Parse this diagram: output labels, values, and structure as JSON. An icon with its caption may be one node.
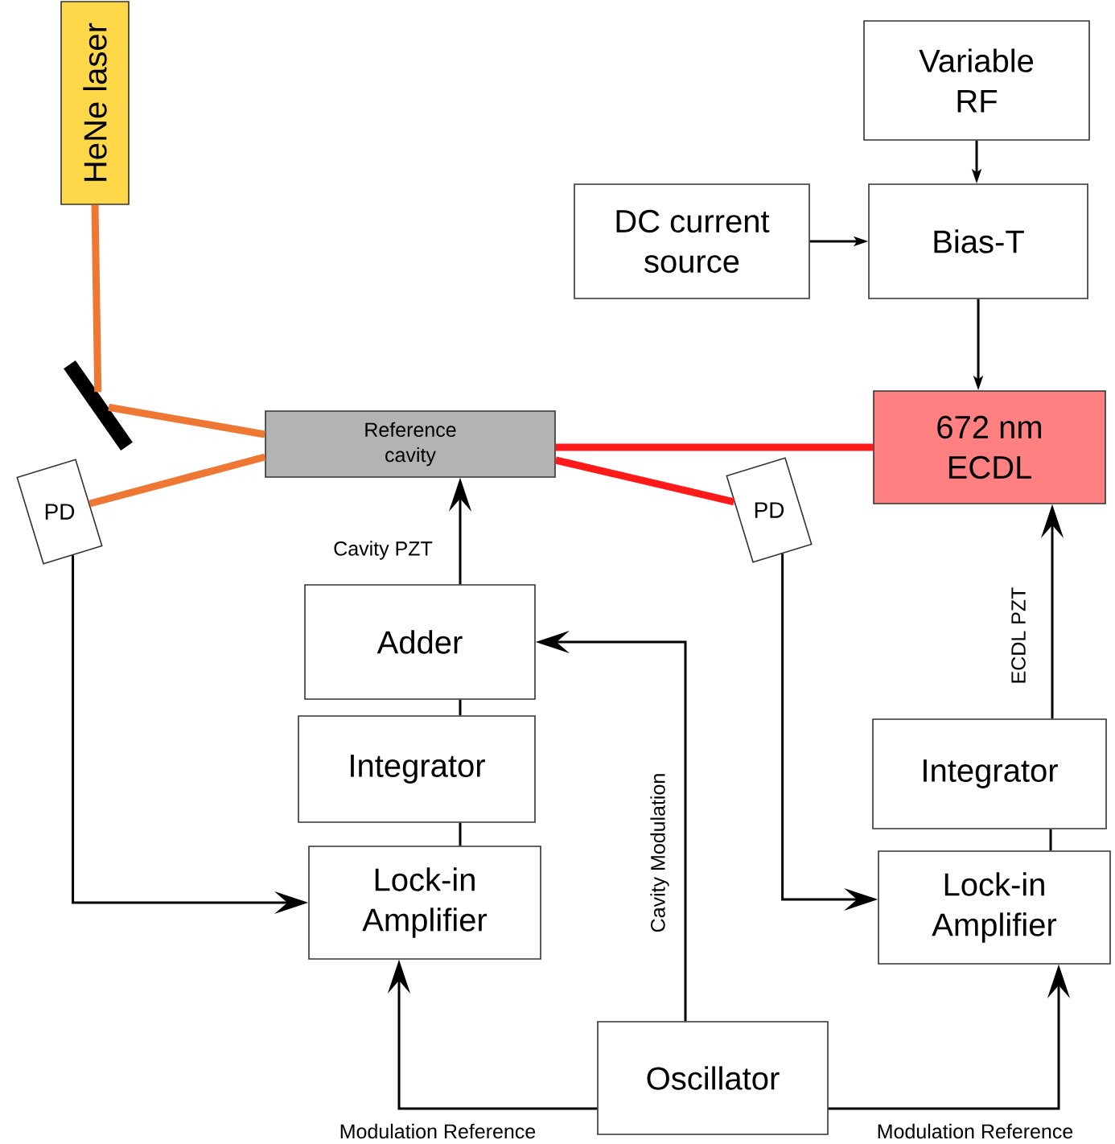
{
  "diagram": {
    "nodes": [
      {
        "text": [
          "HeNe laser"
        ]
      },
      {
        "text": [
          "Variable RF"
        ]
      },
      {
        "text": [
          "DC current source"
        ]
      },
      {
        "text": [
          "Bias-T"
        ]
      },
      {
        "text": [
          "Reference cavity"
        ]
      },
      {
        "text": [
          "672 nm ECDL"
        ]
      },
      {
        "text": [
          "PD"
        ]
      },
      {
        "text": [
          "PD"
        ]
      },
      {
        "text": [],
        "shape": "bar"
      },
      {
        "text": [
          "Adder"
        ]
      },
      {
        "text": [
          "Integrator"
        ]
      },
      {
        "text": [
          "Lock-in Amplifier"
        ]
      },
      {
        "text": [
          "Integrator"
        ]
      },
      {
        "text": [
          "Lock-in Amplifier"
        ]
      },
      {
        "text": [
          "Oscillator"
        ]
      }
    ],
    "edges": [
      {
        "from": 0,
        "to": 8,
        "arrow": "none",
        "style": "thick",
        "color": "#ee7733"
      },
      {
        "from": 8,
        "to": 4,
        "arrow": "none",
        "style": "thick",
        "color": "#ee7733"
      },
      {
        "from": 4,
        "to": 6,
        "arrow": "none",
        "style": "thick",
        "color": "#ee7733"
      },
      {
        "from": 5,
        "to": 4,
        "arrow": "none",
        "style": "thick",
        "color": "#ff1a1a"
      },
      {
        "from": 4,
        "to": 7,
        "arrow": "none",
        "style": "thick",
        "color": "#ff1a1a"
      },
      {
        "from": 1,
        "to": 3,
        "arrow": "to"
      },
      {
        "from": 2,
        "to": 3,
        "arrow": "to"
      },
      {
        "from": 3,
        "to": 5,
        "arrow": "to"
      },
      {
        "from": 9,
        "to": 4,
        "arrow": "to",
        "label": "Cavity PZT"
      },
      {
        "from": 9,
        "to": 10,
        "arrow": "none"
      },
      {
        "from": 10,
        "to": 11,
        "arrow": "none"
      },
      {
        "from": 6,
        "to": 11,
        "arrow": "to"
      },
      {
        "from": 14,
        "to": 9,
        "arrow": "to",
        "label": "Cavity Modulation"
      },
      {
        "from": 14,
        "to": 11,
        "arrow": "to",
        "label": "Modulation Reference"
      },
      {
        "from": 14,
        "to": 13,
        "arrow": "to",
        "label": "Modulation Reference"
      },
      {
        "from": 7,
        "to": 13,
        "arrow": "to"
      },
      {
        "from": 12,
        "to": 5,
        "arrow": "to",
        "label": "ECDL PZT"
      },
      {
        "from": 12,
        "to": 13,
        "arrow": "none"
      }
    ]
  }
}
